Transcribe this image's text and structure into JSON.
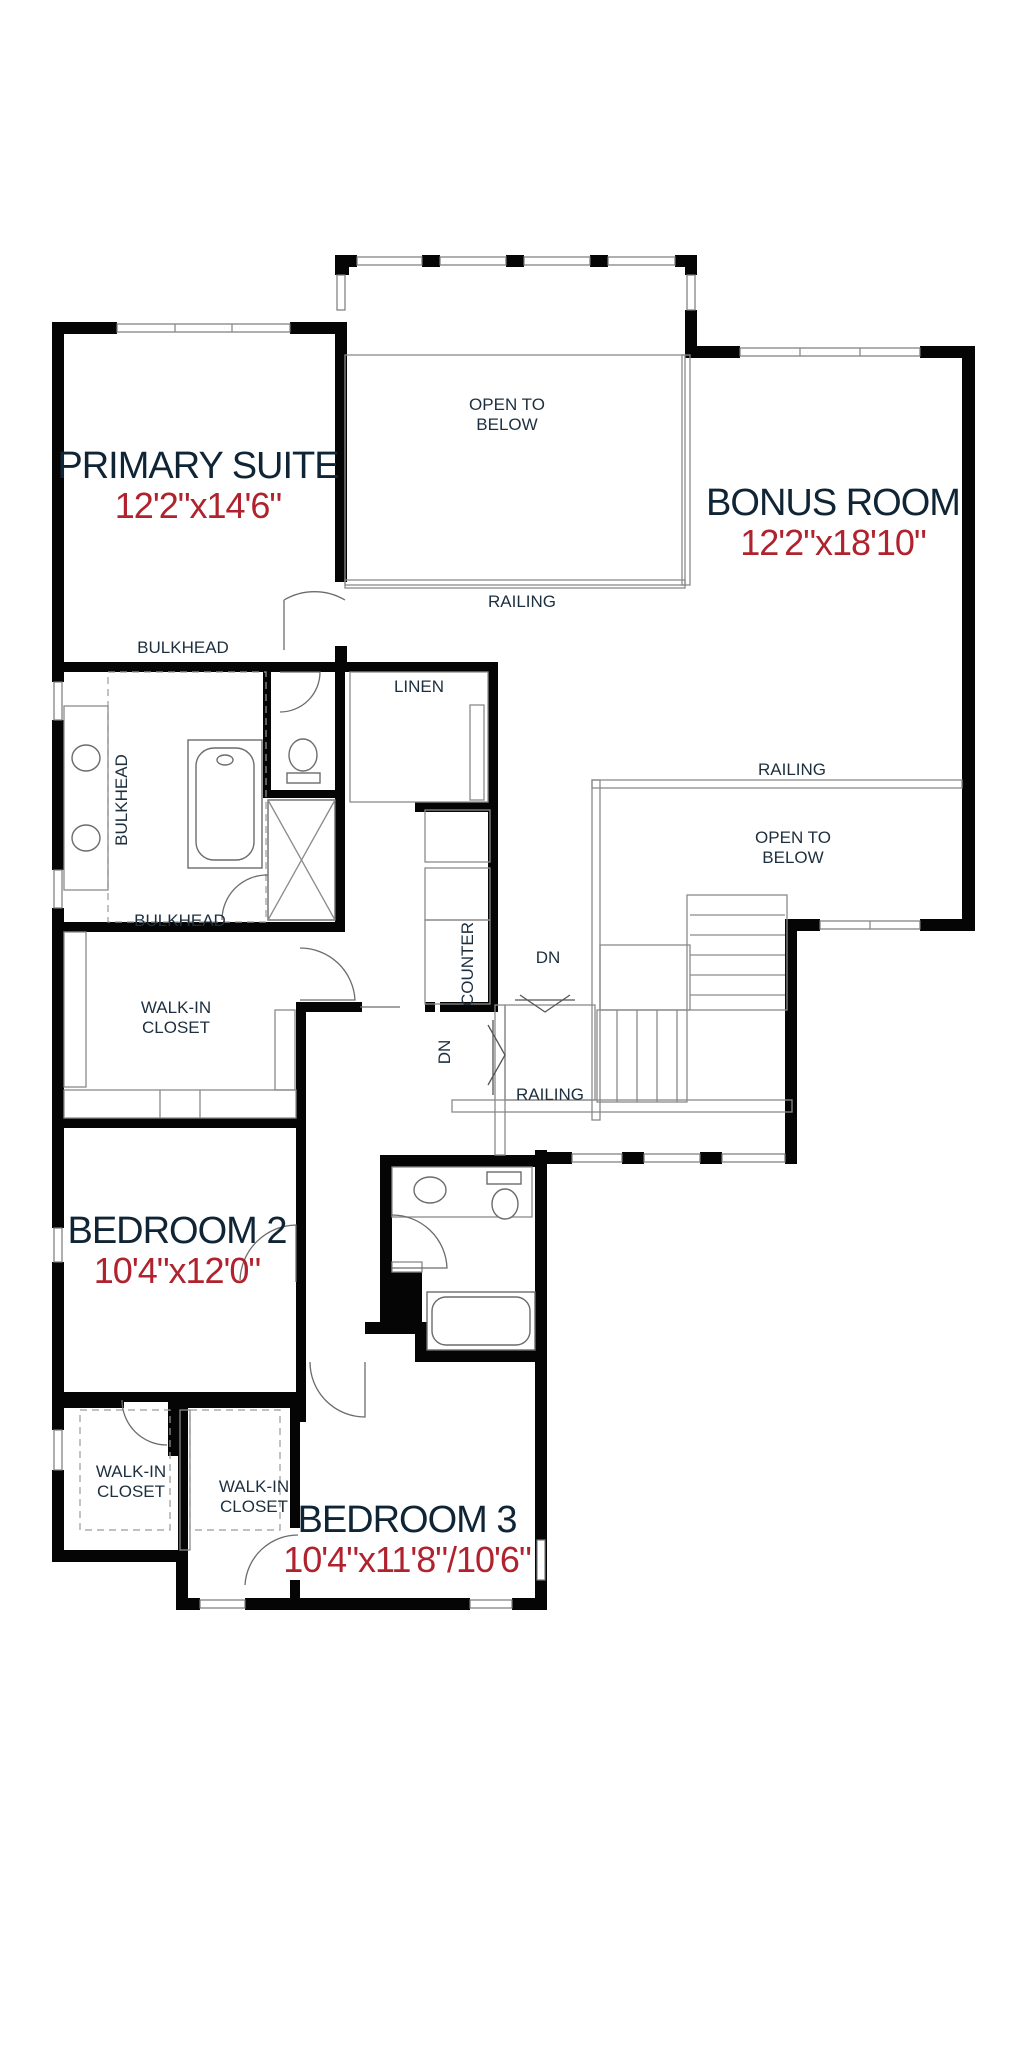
{
  "rooms": {
    "primary_suite": {
      "name": "PRIMARY SUITE",
      "dims": "12'2\"x14'6\""
    },
    "bonus_room": {
      "name": "BONUS ROOM",
      "dims": "12'2\"x18'10\""
    },
    "bedroom_2": {
      "name": "BEDROOM 2",
      "dims": "10'4\"x12'0\""
    },
    "bedroom_3": {
      "name": "BEDROOM 3",
      "dims": "10'4\"x11'8\"/10'6\""
    }
  },
  "labels": {
    "open_to_below_top_1": "OPEN TO",
    "open_to_below_top_2": "BELOW",
    "open_to_below_right_1": "OPEN TO",
    "open_to_below_right_2": "BELOW",
    "railing_top": "RAILING",
    "railing_mid": "RAILING",
    "railing_bottom": "RAILING",
    "bulkhead_top": "BULKHEAD",
    "bulkhead_side": "BULKHEAD",
    "bulkhead_bottom": "BULKHEAD",
    "linen": "LINEN",
    "counter": "COUNTER",
    "dn_upper": "DN",
    "dn_lower": "DN",
    "walkin_primary_1": "WALK-IN",
    "walkin_primary_2": "CLOSET",
    "walkin_bed2_1": "WALK-IN",
    "walkin_bed2_2": "CLOSET",
    "walkin_bed3_1": "WALK-IN",
    "walkin_bed3_2": "CLOSET"
  },
  "colors": {
    "wall": "#050505",
    "room_name": "#0f2536",
    "room_dims": "#b0222d"
  }
}
